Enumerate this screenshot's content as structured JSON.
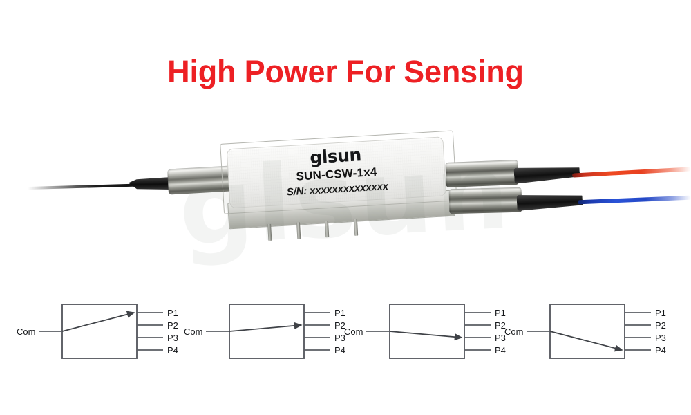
{
  "headline": {
    "text": "High Power For Sensing",
    "color": "#ED2024"
  },
  "product": {
    "brand": "glsun",
    "model": "SUN-CSW-1x4",
    "serial": "S/N: xxxxxxxxxxxxxx",
    "watermark": "glsun",
    "pin_count": 4,
    "input_fiber": {
      "name": "common-input-fiber",
      "color": "#121212"
    },
    "output_fibers": [
      {
        "name": "output-fiber-red",
        "color": "#E8401F"
      },
      {
        "name": "output-fiber-blue",
        "color": "#2448C6"
      }
    ]
  },
  "diagrams": {
    "common_label": "Com",
    "port_labels": [
      "P1",
      "P2",
      "P3",
      "P4"
    ],
    "states": [
      {
        "name": "state-com-to-p1",
        "active_port": "P1",
        "active_index": 0
      },
      {
        "name": "state-com-to-p2",
        "active_port": "P2",
        "active_index": 1
      },
      {
        "name": "state-com-to-p3",
        "active_port": "P3",
        "active_index": 2
      },
      {
        "name": "state-com-to-p4",
        "active_port": "P4",
        "active_index": 3
      }
    ]
  }
}
